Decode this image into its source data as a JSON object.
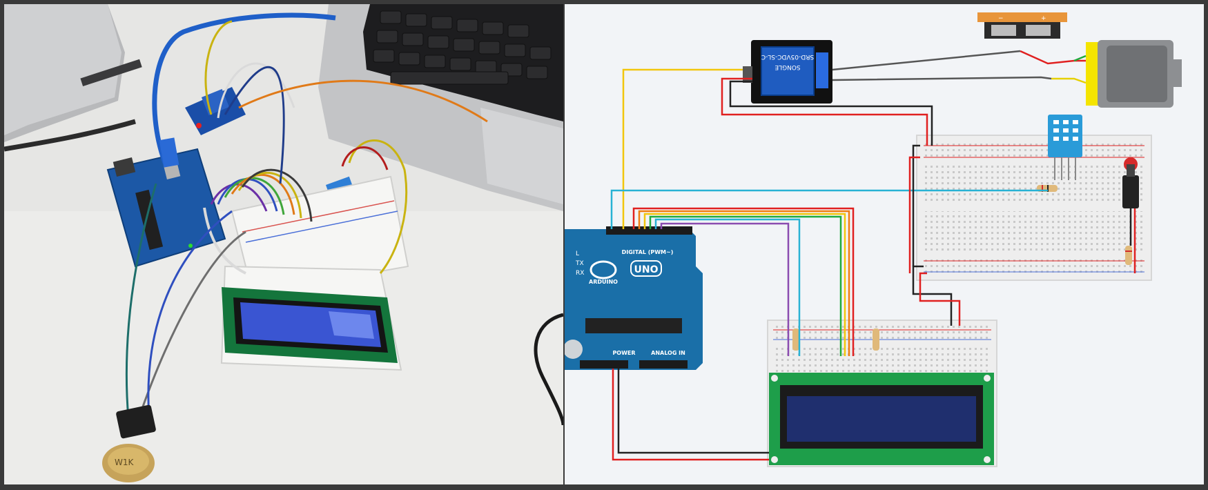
{
  "photo": {
    "description_label": "",
    "pot_label": "W1K"
  },
  "schematic": {
    "arduino": {
      "brand": "ARDUINO",
      "model": "UNO",
      "digital_label": "DIGITAL (PWM~)",
      "power_label": "POWER",
      "analog_label": "ANALOG IN",
      "tx_label": "TX",
      "rx_label": "RX",
      "l_label": "L"
    },
    "relay": {
      "brand": "SONGLE",
      "spec": "SRD-05VDC-SL-C"
    },
    "battery": {
      "minus": "−",
      "plus": "+"
    },
    "colors": {
      "wire_red": "#e02020",
      "wire_black": "#222222",
      "wire_yellow": "#f2c60c",
      "wire_orange": "#f07c12",
      "wire_green": "#1faa3c",
      "wire_cyan": "#28b2d4",
      "wire_purple": "#8a4bb0",
      "arduino_blue": "#1a6fa8",
      "lcd_green": "#1e9e4a",
      "lcd_screen": "#1f2f6e",
      "motor_yellow": "#f4e400",
      "dht_blue": "#2a9bd8"
    }
  }
}
